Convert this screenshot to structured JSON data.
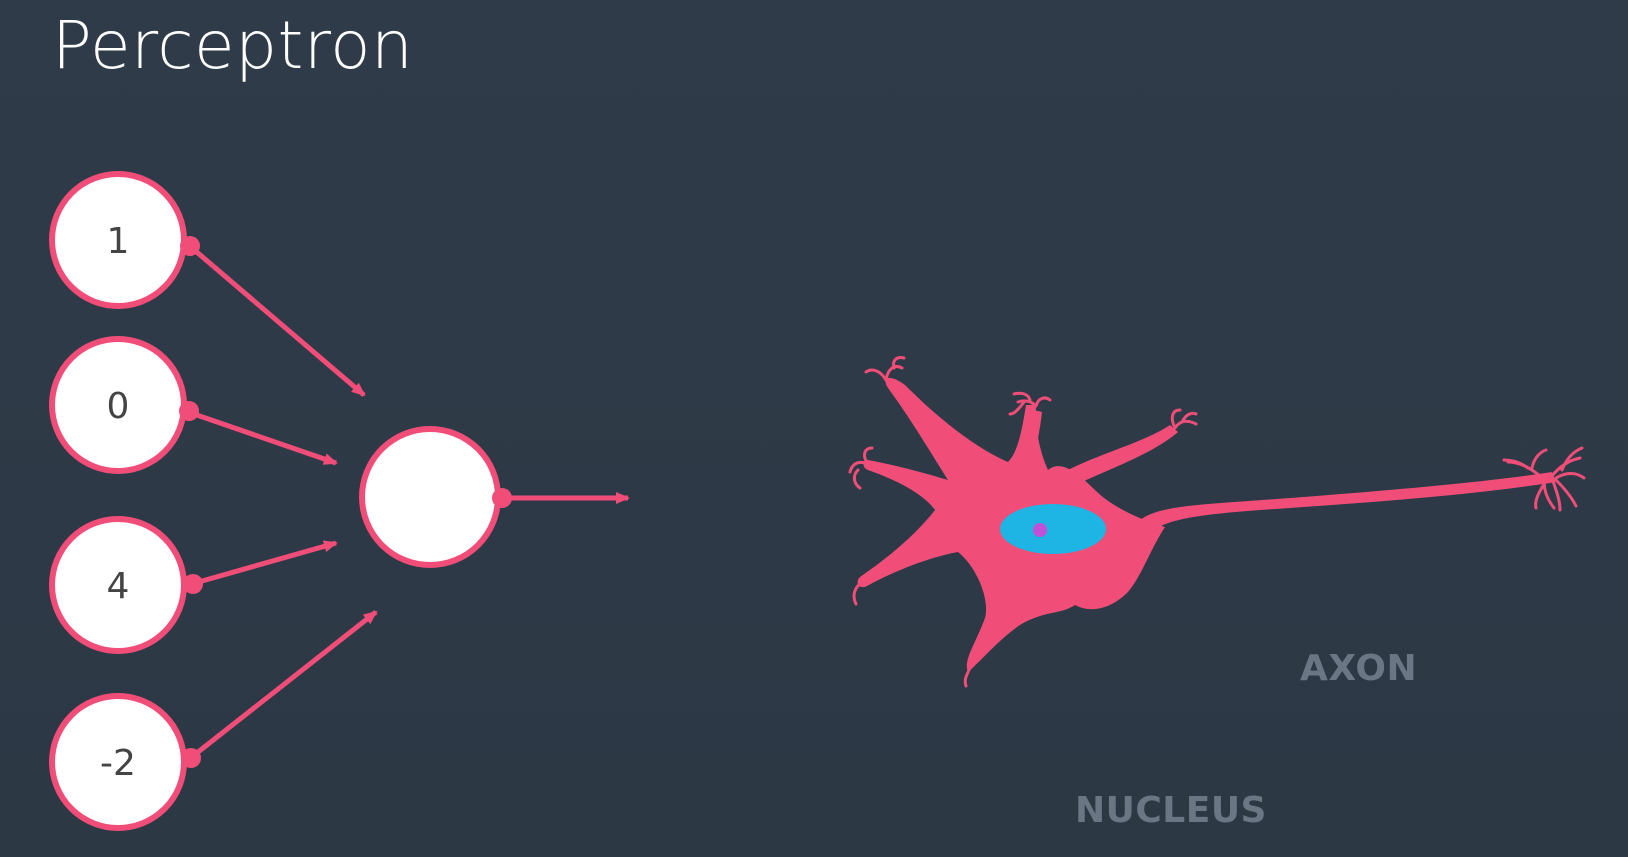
{
  "title": "Perceptron",
  "perceptron": {
    "inputs": [
      {
        "label": "1"
      },
      {
        "label": "0"
      },
      {
        "label": "4"
      },
      {
        "label": "-2"
      }
    ],
    "output": {
      "label": ""
    }
  },
  "neuron": {
    "labels": {
      "axon": "AXON",
      "nucleus": "NUCLEUS"
    }
  },
  "colors": {
    "background": "#2e3a47",
    "accent": "#f04e78",
    "node_fill": "#ffffff",
    "nucleus": "#1eb4e3",
    "nucleolus": "#c14fd8",
    "muted_label": "#6b7684"
  }
}
